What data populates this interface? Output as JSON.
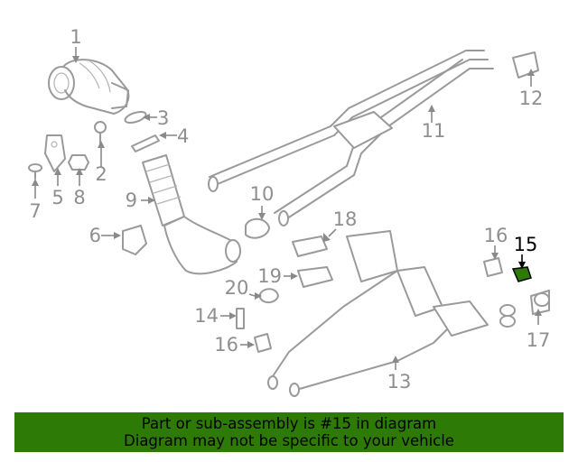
{
  "callouts": {
    "c1": "1",
    "c2": "2",
    "c3": "3",
    "c4": "4",
    "c5": "5",
    "c6": "6",
    "c7": "7",
    "c8": "8",
    "c9": "9",
    "c10": "10",
    "c11": "11",
    "c12": "12",
    "c13": "13",
    "c14": "14",
    "c15": "15",
    "c16a": "16",
    "c16b": "16",
    "c17": "17",
    "c18": "18",
    "c19": "19",
    "c20": "20"
  },
  "highlight": {
    "part": "15",
    "color": "#2d7a07"
  },
  "banner": {
    "line1": "Part or sub-assembly is #15 in diagram",
    "line2": "Diagram may not be specific to your vehicle",
    "background": "#2d7a07"
  }
}
